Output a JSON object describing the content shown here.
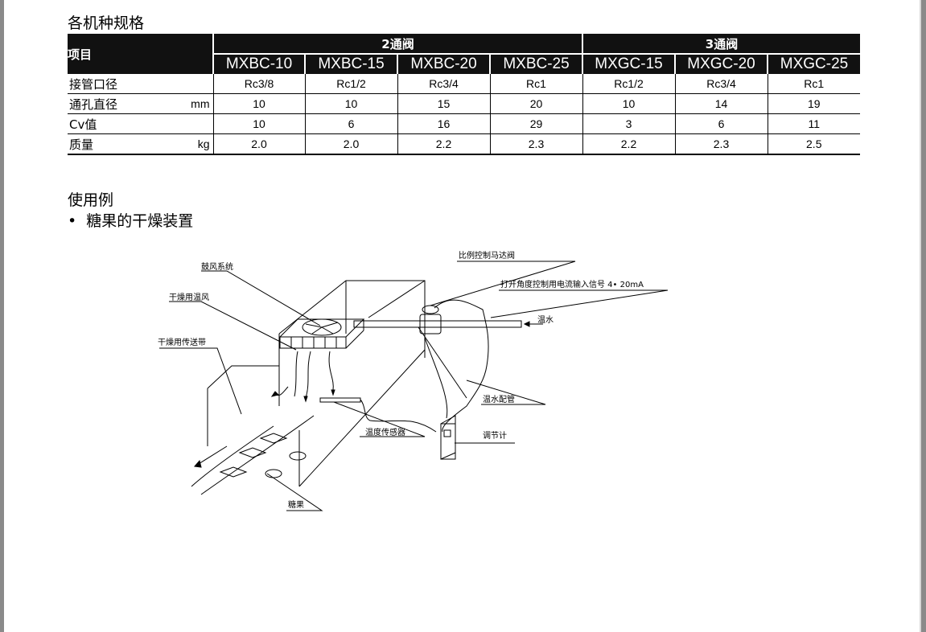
{
  "sections": {
    "spec_title": "各机种规格",
    "example_title": "使用例",
    "example_bullet": "•  糖果的干燥装置"
  },
  "table": {
    "item_header": "项目",
    "group_2way": "2通阀",
    "group_3way": "3通阀",
    "models": [
      "MXBC-10",
      "MXBC-15",
      "MXBC-20",
      "MXBC-25",
      "MXGC-15",
      "MXGC-20",
      "MXGC-25"
    ],
    "rows": [
      {
        "label": "接管口径",
        "unit": "",
        "values": [
          "Rc3/8",
          "Rc1/2",
          "Rc3/4",
          "Rc1",
          "Rc1/2",
          "Rc3/4",
          "Rc1"
        ]
      },
      {
        "label": "通孔直径",
        "unit": "mm",
        "values": [
          "10",
          "10",
          "15",
          "20",
          "10",
          "14",
          "19"
        ]
      },
      {
        "label": "Cv值",
        "unit": "",
        "values": [
          "10",
          "6",
          "16",
          "29",
          "3",
          "6",
          "11"
        ]
      },
      {
        "label": "质量",
        "unit": "kg",
        "values": [
          "2.0",
          "2.0",
          "2.2",
          "2.3",
          "2.2",
          "2.3",
          "2.5"
        ]
      }
    ]
  },
  "diagram": {
    "labels": {
      "fan_system": "鼓风系统",
      "drying_air": "干燥用温风",
      "conveyor": "干燥用传送带",
      "motor_valve": "比例控制马达阀",
      "signal": "打开角度控制用电流输入信号 4•  20mA",
      "hot_water": "温水",
      "hot_water_pipe": "温水配管",
      "temp_sensor": "温度传感器",
      "controller": "调节计",
      "candy": "糖果"
    }
  }
}
